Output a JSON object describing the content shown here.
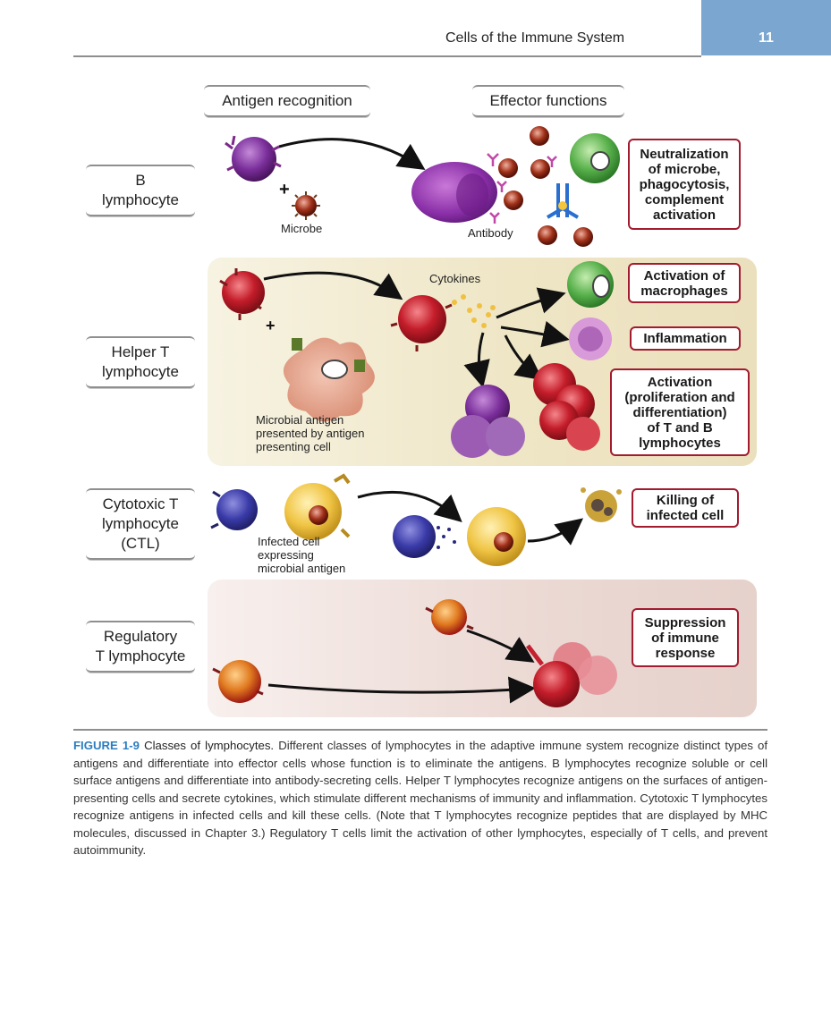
{
  "header": {
    "title": "Cells of the Immune System",
    "page_number": "11",
    "tab_color": "#7aa6cf"
  },
  "columns": {
    "recognition": "Antigen recognition",
    "effector": "Effector functions"
  },
  "rows": {
    "b": "B\nlymphocyte",
    "helper": "Helper T\nlymphocyte",
    "ctl": "Cytotoxic T\nlymphocyte\n(CTL)",
    "reg": "Regulatory\nT lymphocyte"
  },
  "labels": {
    "microbe": "Microbe",
    "antibody": "Antibody",
    "cytokines": "Cytokines",
    "apc": "Microbial antigen\npresented by antigen\npresenting cell",
    "infected": "Infected cell\nexpressing\nmicrobial antigen",
    "plus": "+"
  },
  "functions": {
    "neutralization": "Neutralization\nof microbe,\nphagocytosis,\ncomplement\nactivation",
    "macrophages": "Activation of\nmacrophages",
    "inflammation": "Inflammation",
    "activation": "Activation\n(proliferation and\ndifferentiation)\nof T and B\nlymphocytes",
    "killing": "Killing of\ninfected cell",
    "suppression": "Suppression\nof immune\nresponse"
  },
  "caption": {
    "figure_label": "FIGURE 1-9",
    "figure_title": "Classes of lymphocytes.",
    "text": "Different classes of lymphocytes in the adaptive immune system recognize distinct types of antigens and differentiate into effector cells whose function is to eliminate the antigens. B lymphocytes recognize soluble or cell surface antigens and differentiate into antibody-secreting cells. Helper T lymphocytes recognize antigens on the surfaces of antigen-presenting cells and secrete cytokines, which stimulate different mechanisms of immunity and inflammation. Cytotoxic T lymphocytes recognize antigens in infected cells and kill these cells. (Note that T lymphocytes recognize peptides that are displayed by MHC molecules, discussed in Chapter 3.) Regulatory T cells limit the activation of other lymphocytes, especially of T cells, and prevent autoimmunity."
  },
  "colors": {
    "accent_red": "#a21b2e",
    "caption_blue": "#2a7dc0"
  }
}
